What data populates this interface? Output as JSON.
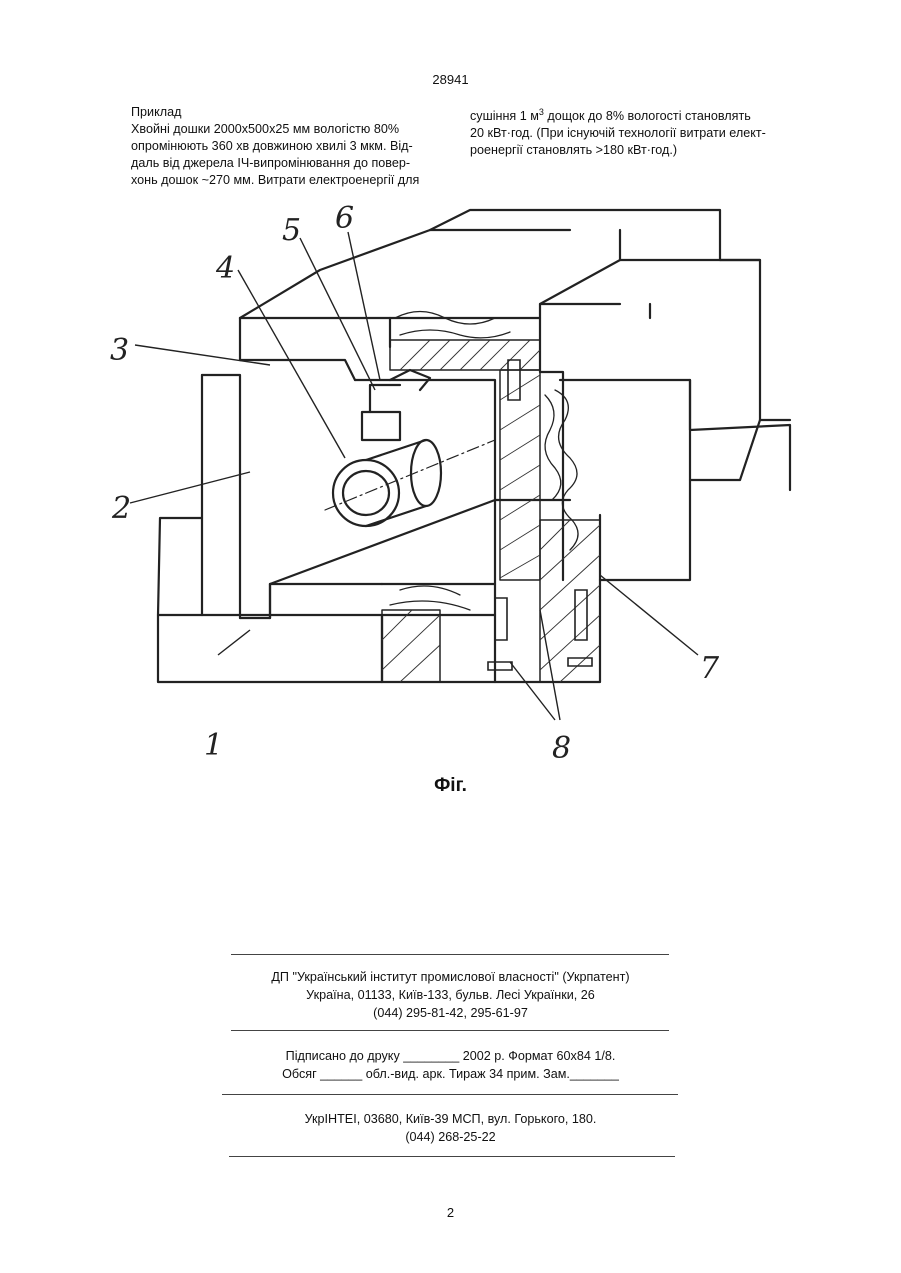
{
  "header": {
    "doc_number": "28941"
  },
  "text": {
    "left_heading": "Приклад",
    "left_lines": [
      "Хвойні дошки 2000х500х25 мм вологістю 80%",
      "опромінюють 360 хв довжиною хвилі 3 мкм. Від-",
      "даль від джерела ІЧ-випромінювання до повер-",
      "хонь дошок ~270 мм. Витрати електроенергії для"
    ],
    "right_line1_pre": "сушіння 1 м",
    "right_line1_sup": "3",
    "right_line1_post": " дощок до 8% вологості становлять",
    "right_lines": [
      "20 кВт·год. (При існуючій технології витрати елект-",
      "роенергії становлять >180 кВт·год.)"
    ]
  },
  "figure": {
    "labels": [
      "1",
      "2",
      "3",
      "4",
      "5",
      "6",
      "7",
      "8"
    ],
    "caption": "Фіг."
  },
  "imprint": {
    "org_line1": "ДП \"Український інститут промислової власності\" (Укрпатент)",
    "org_line2": "Україна, 01133, Київ-133, бульв. Лесі Українки, 26",
    "org_line3": "(044) 295-81-42, 295-61-97",
    "print_line1": "Підписано до друку ________ 2002 р.    Формат 60х84 1/8.",
    "print_line2": "Обсяг ______ обл.-вид. арк.  Тираж 34 прим.    Зам._______",
    "publisher_line1": "УкрІНТЕІ, 03680, Київ-39 МСП, вул. Горького, 180.",
    "publisher_line2": "(044) 268-25-22"
  },
  "footer": {
    "page_number": "2"
  }
}
